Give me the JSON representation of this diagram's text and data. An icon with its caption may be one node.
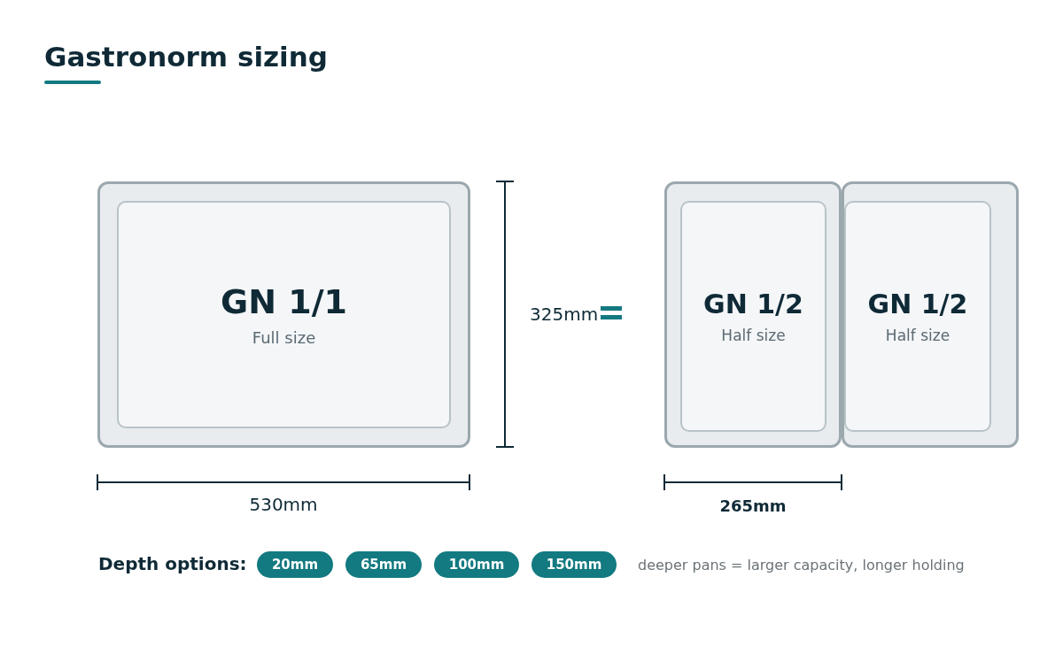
{
  "diagram": {
    "title": "Gastronorm sizing",
    "nodes": [
      {
        "text": [
          "GN 1/1",
          "Full size"
        ]
      },
      {
        "text": [
          "GN 1/2",
          "Half size"
        ]
      },
      {
        "text": [
          "GN 1/2",
          "Half size"
        ]
      },
      {
        "text": [
          "20mm"
        ]
      },
      {
        "text": [
          "65mm"
        ]
      },
      {
        "text": [
          "100mm"
        ]
      },
      {
        "text": [
          "150mm"
        ]
      }
    ],
    "labels": [
      "325mm",
      "530mm",
      "265mm",
      "Depth options:",
      "deeper pans = larger capacity, longer holding"
    ]
  }
}
